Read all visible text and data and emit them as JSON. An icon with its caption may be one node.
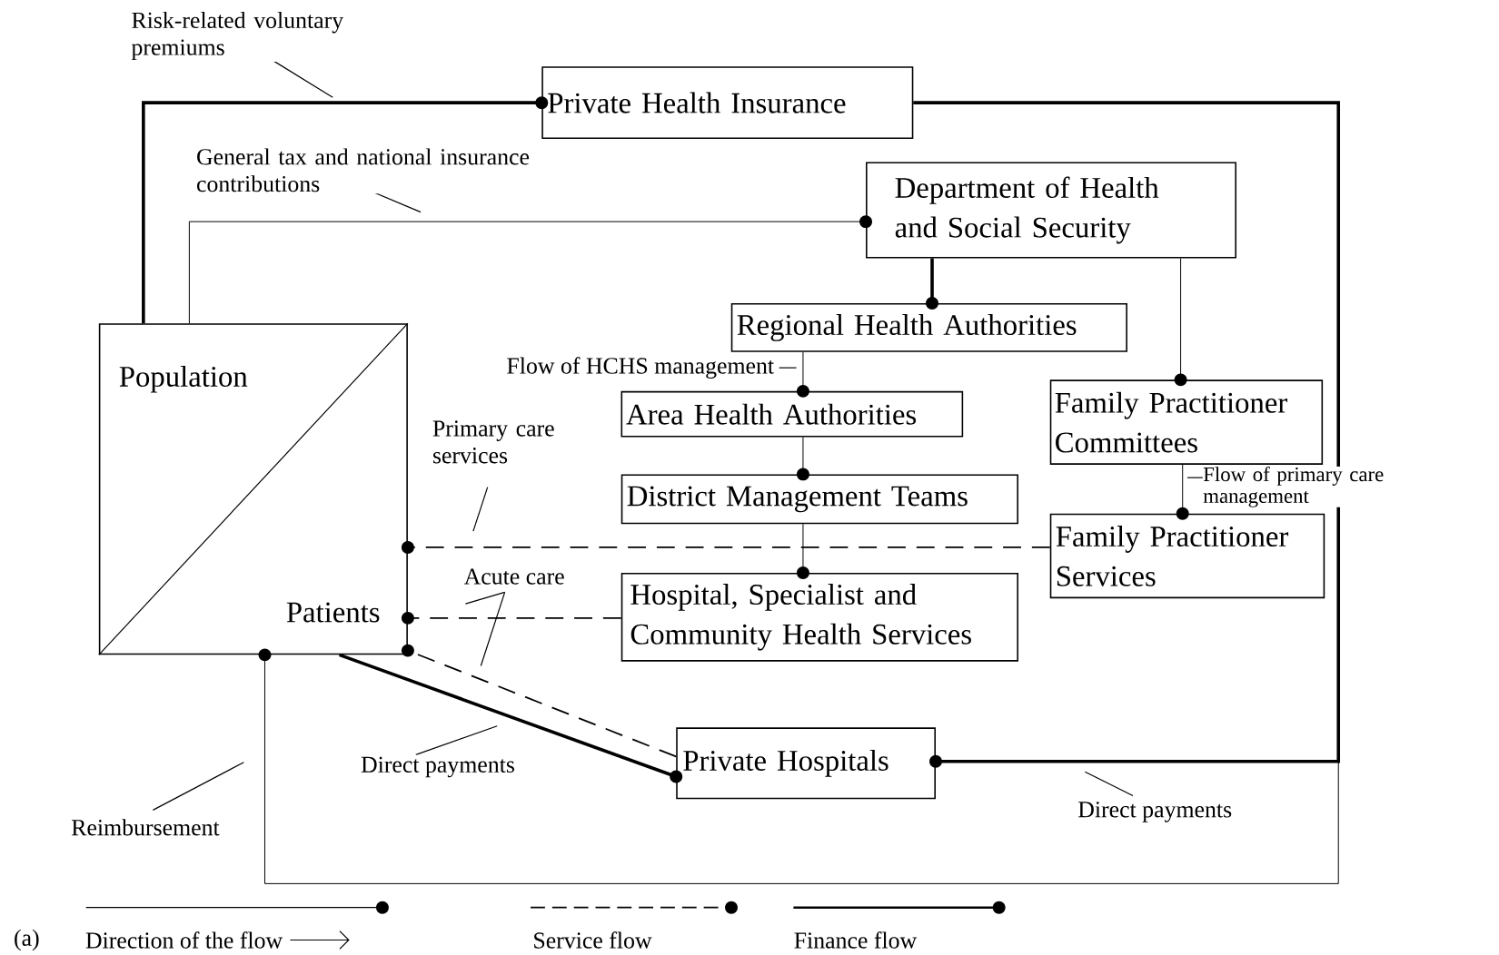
{
  "diagram": {
    "nodes": [
      {
        "text": [
          "Population",
          "Patients"
        ]
      },
      {
        "text": [
          "Private Health Insurance"
        ]
      },
      {
        "text": [
          "Department of Health and Social Security"
        ]
      },
      {
        "text": [
          "Regional Health Authorities"
        ]
      },
      {
        "text": [
          "Area Health Authorities"
        ]
      },
      {
        "text": [
          "District Management Teams"
        ]
      },
      {
        "text": [
          "Hospital, Specialist and Community Health Services"
        ]
      },
      {
        "text": [
          "Family Practitioner Committees"
        ]
      },
      {
        "text": [
          "Family Practitioner Services"
        ]
      },
      {
        "text": [
          "Private Hospitals"
        ]
      }
    ],
    "edges": [
      {
        "from": 0,
        "to": 1,
        "arrow": "other",
        "label": "Risk-related voluntary premiums",
        "style": "thick"
      },
      {
        "from": 0,
        "to": 2,
        "arrow": "other",
        "label": "General tax and national insurance contributions"
      },
      {
        "from": 2,
        "to": 3,
        "arrow": "other",
        "style": "thick"
      },
      {
        "from": 3,
        "to": 4,
        "arrow": "other",
        "label": "Flow of HCHS management"
      },
      {
        "from": 4,
        "to": 5,
        "arrow": "other"
      },
      {
        "from": 5,
        "to": 6,
        "arrow": "other"
      },
      {
        "from": 2,
        "to": 7,
        "arrow": "other"
      },
      {
        "from": 7,
        "to": 8,
        "arrow": "other",
        "label": "Flow of primary care management"
      },
      {
        "from": 8,
        "to": 0,
        "arrow": "other",
        "label": "Primary care services",
        "style": "dashed"
      },
      {
        "from": 6,
        "to": 0,
        "arrow": "other",
        "label": "Acute care",
        "style": "dashed"
      },
      {
        "from": 9,
        "to": 0,
        "arrow": "other",
        "style": "dashed"
      },
      {
        "from": 0,
        "to": 9,
        "arrow": "other",
        "label": "Direct payments",
        "style": "thick"
      },
      {
        "from": 1,
        "to": 9,
        "arrow": "other",
        "label": "Direct payments",
        "style": "thick"
      },
      {
        "from": 1,
        "to": 0,
        "arrow": "other",
        "label": "Reimbursement"
      }
    ],
    "labels": [
      "(a)"
    ],
    "legend": [
      {
        "text": "Direction of the flow"
      },
      {
        "text": "Service flow"
      },
      {
        "text": "Finance flow"
      }
    ]
  }
}
